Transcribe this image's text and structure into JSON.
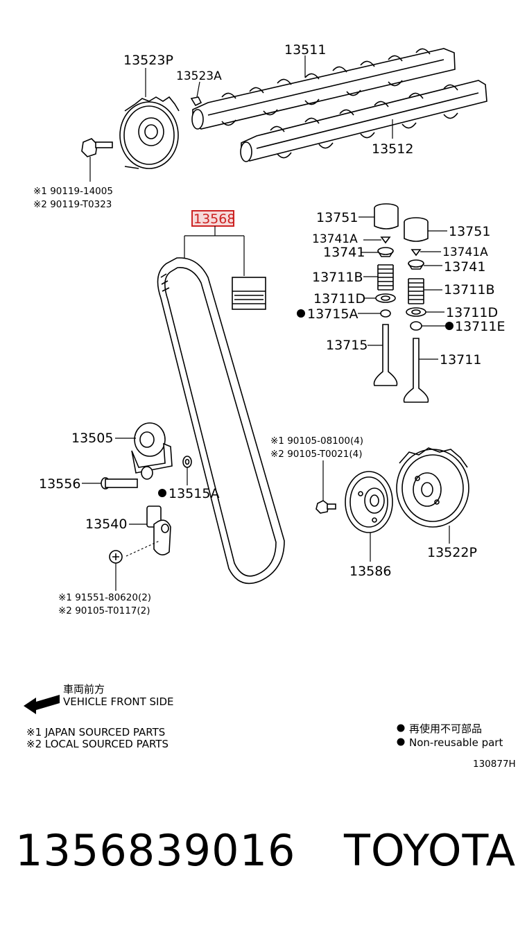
{
  "parts": {
    "p13523P": "13523P",
    "p13523A": "13523A",
    "p13511": "13511",
    "p13512": "13512",
    "bolt_note_1": "※1 90119-14005",
    "bolt_note_2": "※2 90119-T0323",
    "p13568": "13568",
    "p13751_l": "13751",
    "p13751_r": "13751",
    "p13741A_l": "13741A",
    "p13741A_r": "13741A",
    "p13741_l": "13741",
    "p13741_r": "13741",
    "p13711B_l": "13711B",
    "p13711B_r": "13711B",
    "p13711D_l": "13711D",
    "p13711D_r": "13711D",
    "p13715A": "13715A",
    "p13711E": "13711E",
    "p13715": "13715",
    "p13711": "13711",
    "p13505": "13505",
    "p13556": "13556",
    "p13515A": "13515A",
    "p13540": "13540",
    "pulley_note_1": "※1 90105-08100(4)",
    "pulley_note_2": "※2 90105-T0021(4)",
    "p13586": "13586",
    "p13522P": "13522P",
    "plug_note_1": "※1 91551-80620(2)",
    "plug_note_2": "※2 90105-T0117(2)"
  },
  "legend": {
    "front_jp": "車両前方",
    "front_en": "VEHICLE FRONT SIDE",
    "sourced_1": "※1 JAPAN SOURCED PARTS",
    "sourced_2": "※2 LOCAL SOURCED PARTS",
    "nonreuse_jp": "再使用不可部品",
    "nonreuse_en": "Non-reusable part",
    "diagram_code": "130877H"
  },
  "footer": {
    "part_number": "1356839016",
    "brand": "TOYOTA"
  },
  "colors": {
    "highlight": "#cc2222",
    "ink": "#000000"
  }
}
